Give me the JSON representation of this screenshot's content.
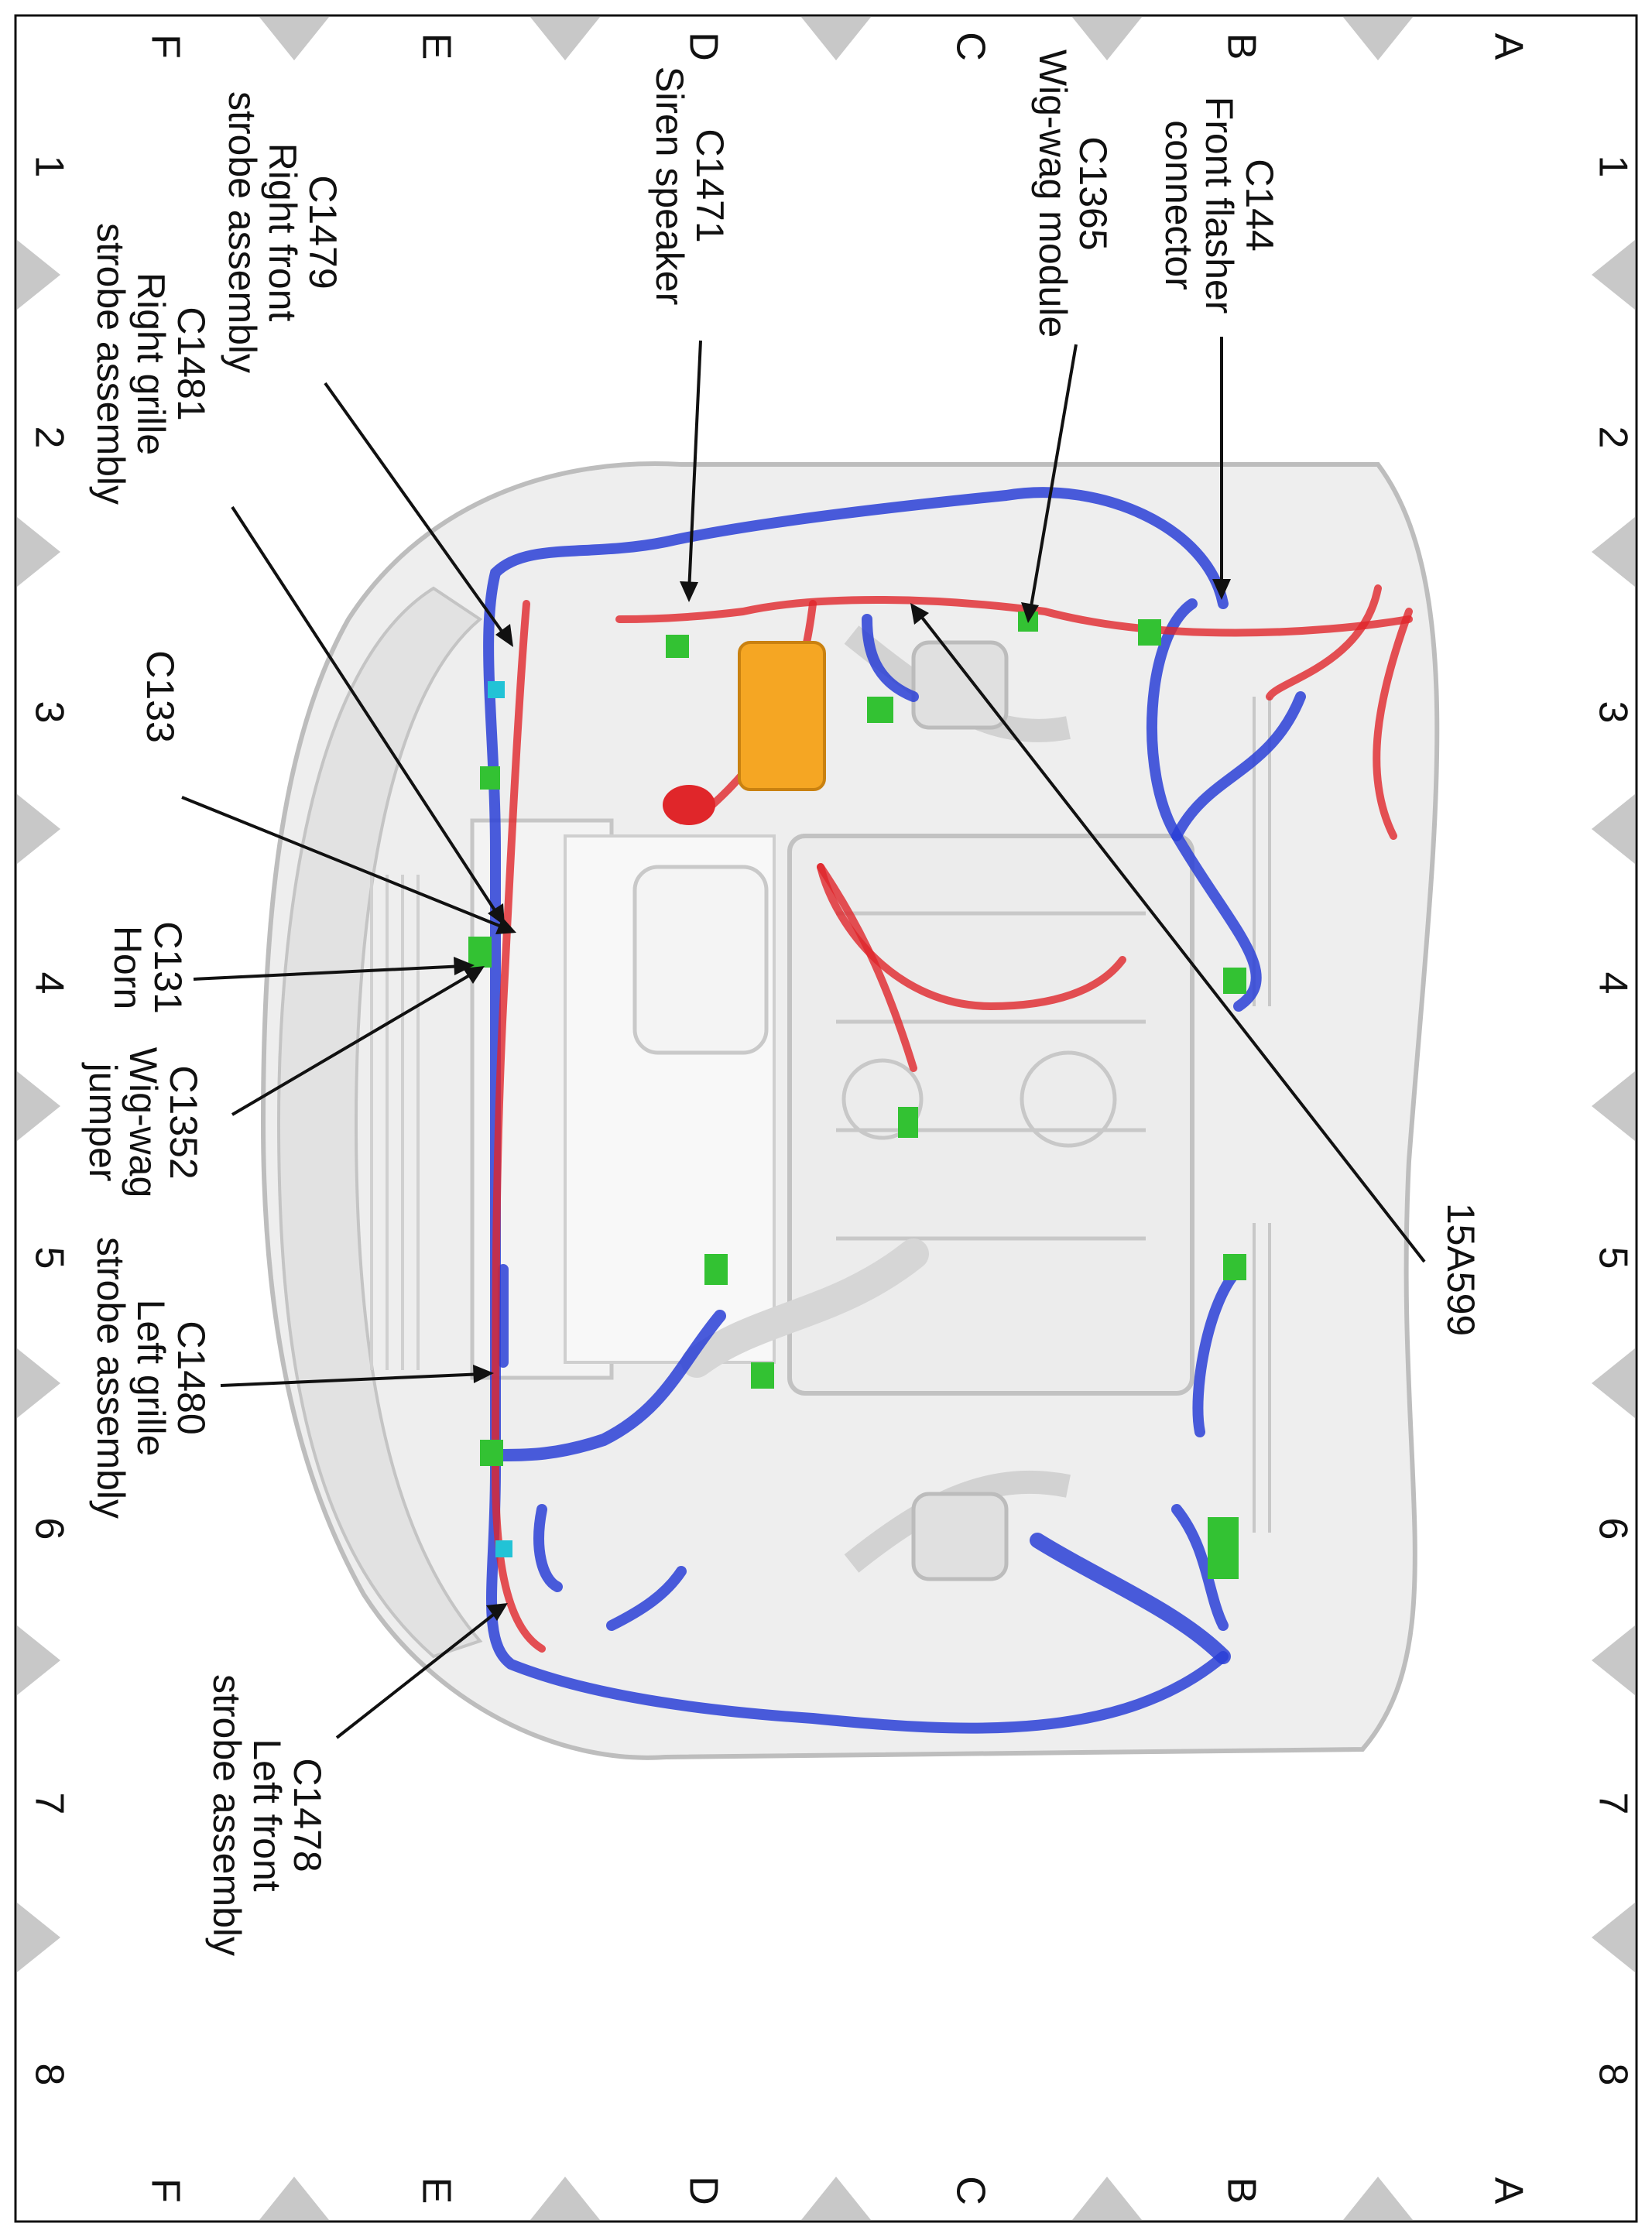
{
  "grid": {
    "rows": [
      "A",
      "B",
      "C",
      "D",
      "E",
      "F"
    ],
    "columns": [
      "1",
      "2",
      "3",
      "4",
      "5",
      "6",
      "7",
      "8"
    ]
  },
  "callouts": [
    {
      "id": "c144",
      "code": "C144",
      "desc": [
        "Front flasher",
        "connector"
      ]
    },
    {
      "id": "c1365",
      "code": "C1365",
      "desc": [
        "Wig-wag module"
      ]
    },
    {
      "id": "c1471",
      "code": "C1471",
      "desc": [
        "Siren speaker"
      ]
    },
    {
      "id": "c1479",
      "code": "C1479",
      "desc": [
        "Right front",
        "strobe assembly"
      ]
    },
    {
      "id": "c1481",
      "code": "C1481",
      "desc": [
        "Right grille",
        "strobe assembly"
      ]
    },
    {
      "id": "c133",
      "code": "C133",
      "desc": []
    },
    {
      "id": "c131",
      "code": "C131",
      "desc": [
        "Horn"
      ]
    },
    {
      "id": "c1352",
      "code": "C1352",
      "desc": [
        "Wig-wag",
        "jumper"
      ]
    },
    {
      "id": "c1480",
      "code": "C1480",
      "desc": [
        "Left grille",
        "strobe assembly"
      ]
    },
    {
      "id": "c1478",
      "code": "C1478",
      "desc": [
        "Left front",
        "strobe assembly"
      ]
    },
    {
      "id": "p15a599",
      "code": "15A599",
      "desc": []
    }
  ],
  "colors": {
    "frame": "#111111",
    "marker": "#c8c8c8",
    "body": "#e6e6e6",
    "body_edge": "#bdbdbd",
    "harness_blue": "#2a3fd6",
    "harness_red": "#e0262a",
    "connector_green": "#33c233",
    "module_orange": "#f5a623"
  }
}
